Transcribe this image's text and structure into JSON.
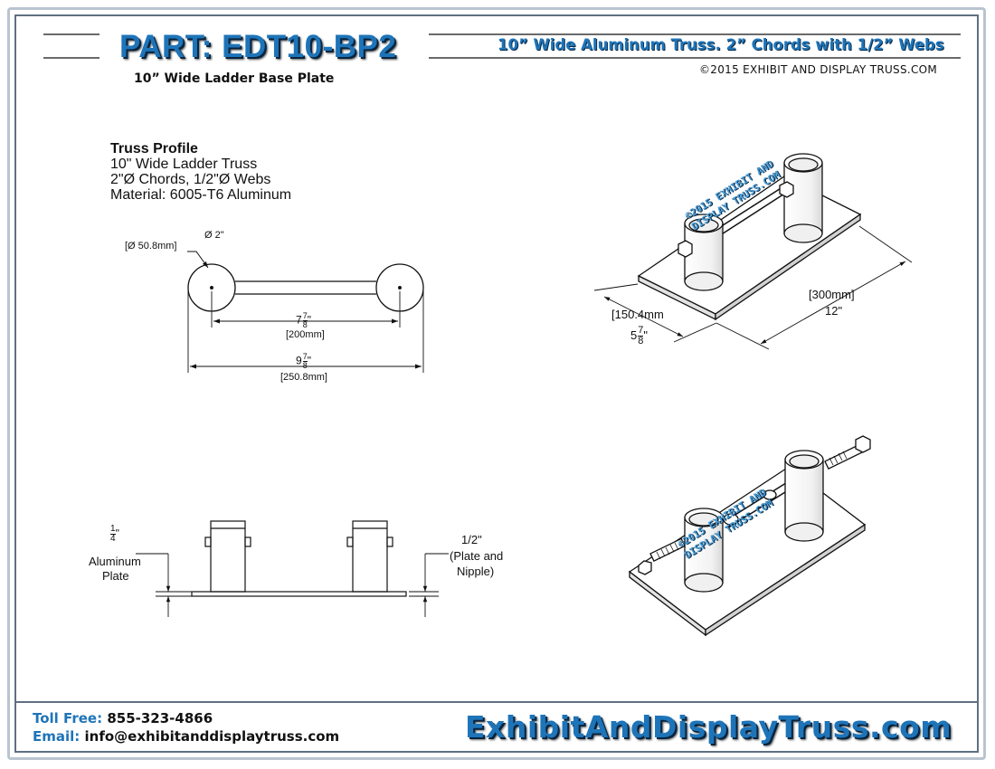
{
  "header": {
    "part_number": "PART: EDT10-BP2",
    "title": "10” Wide Aluminum Truss. 2” Chords with 1/2” Webs",
    "copyright": "©2015 EXHIBIT AND DISPLAY TRUSS.COM",
    "subtitle": "10” Wide Ladder Base Plate"
  },
  "profile": {
    "heading": "Truss Profile",
    "lines": [
      "10\" Wide Ladder Truss",
      "2\"Ø Chords, 1/2\"Ø Webs",
      "Material: 6005-T6 Aluminum"
    ]
  },
  "profile_dims": {
    "chord_dia_in": "Ø 2\"",
    "chord_dia_mm": "[Ø 50.8mm]",
    "inner_whole": "7",
    "inner_num": "7",
    "inner_den": "8",
    "inner_mm": "[200mm]",
    "outer_whole": "9",
    "outer_num": "7",
    "outer_den": "8",
    "outer_mm": "[250.8mm]"
  },
  "side_dims": {
    "plate_num": "1",
    "plate_den": "4",
    "plate_l1": "Aluminum",
    "plate_l2": "Plate",
    "nip_l1": "1/2\"",
    "nip_l2": "(Plate and",
    "nip_l3": "Nipple)"
  },
  "iso_dims": {
    "width_mm": "150.4mm",
    "width_whole": "5",
    "width_num": "7",
    "width_den": "8",
    "length_mm": "[300mm]",
    "length_in": "12\""
  },
  "watermark": {
    "line1": "©2015 EXHIBIT AND",
    "line2": "DISPLAY TRUSS.COM"
  },
  "footer": {
    "toll_label": "Toll Free:",
    "toll_value": "855-323-4866",
    "email_label": "Email:",
    "email_value": "info@exhibitanddisplaytruss.com",
    "website": "ExhibitAndDisplayTruss.com"
  },
  "colors": {
    "brand_blue": "#1e74b8",
    "frame_outer": "#b9c4d0",
    "frame_inner": "#5f6f80"
  }
}
